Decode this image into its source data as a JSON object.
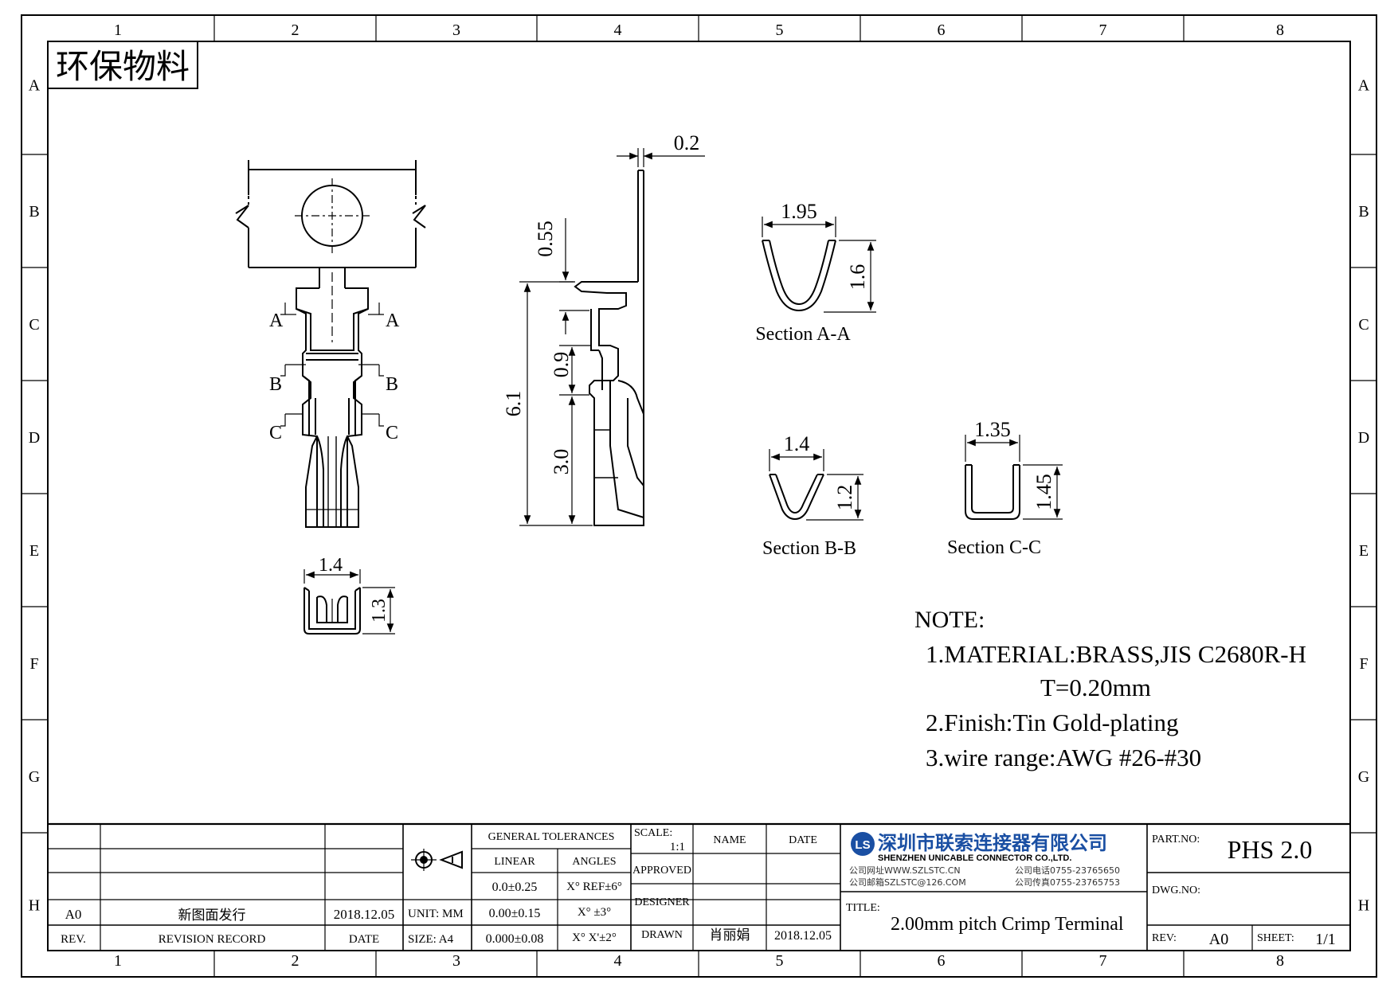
{
  "frame": {
    "col_labels": [
      "1",
      "2",
      "3",
      "4",
      "5",
      "6",
      "7",
      "8"
    ],
    "row_labels": [
      "A",
      "B",
      "C",
      "D",
      "E",
      "F",
      "G",
      "H"
    ]
  },
  "eco_label": "环保物料",
  "dims": {
    "thickness": "0.2",
    "d055": "0.55",
    "d09": "0.9",
    "d61": "6.1",
    "d30": "3.0",
    "bottom_w": "1.4",
    "bottom_h": "1.3",
    "aa_w": "1.95",
    "aa_h": "1.6",
    "bb_w": "1.4",
    "bb_h": "1.2",
    "cc_w": "1.35",
    "cc_h": "1.45"
  },
  "section_marks": {
    "a": "A",
    "b": "B",
    "c": "C"
  },
  "sections": {
    "aa": "Section A-A",
    "bb": "Section B-B",
    "cc": "Section C-C"
  },
  "notes": {
    "heading": "NOTE:",
    "line1": "1.MATERIAL:BRASS,JIS C2680R-H",
    "line1b": "T=0.20mm",
    "line2": "2.Finish:Tin Gold-plating",
    "line3": "3.wire range:AWG #26-#30"
  },
  "title_block": {
    "revision": {
      "rev": "A0",
      "record": "新图面发行",
      "date": "2018.12.05",
      "hdr_rev": "REV.",
      "hdr_record": "REVISION RECORD",
      "hdr_date": "DATE"
    },
    "unit": "UNIT: MM",
    "size": "SIZE: A4",
    "tolerances": {
      "header": "GENERAL TOLERANCES",
      "linear": "LINEAR",
      "angles": "ANGLES",
      "lin1": "0.0±0.25",
      "lin2": "0.00±0.15",
      "lin3": "0.000±0.08",
      "ang1": "X° REF±6°",
      "ang2": "X° ±3°",
      "ang3": "X° X'±2°"
    },
    "scale_label": "SCALE:",
    "scale": "1:1",
    "name_hdr": "NAME",
    "date_hdr": "DATE",
    "approved": "APPROVED",
    "designer": "DESIGNER",
    "drawn": "DRAWN",
    "drawn_name": "肖丽娟",
    "drawn_date": "2018.12.05",
    "company_cn": "深圳市联索连接器有限公司",
    "company_en": "SHENZHEN UNICABLE CONNECTOR CO.,LTD.",
    "web": "公司网址WWW.SZLSTC.CN",
    "phone": "公司电话0755-23765650",
    "email": "公司邮箱SZLSTC@126.COM",
    "fax": "公司传真0755-23765753",
    "title_label": "TITLE:",
    "title": "2.00mm pitch Crimp Terminal",
    "part_no_label": "PART.NO:",
    "part_no": "PHS 2.0",
    "dwg_no_label": "DWG.NO:",
    "rev_label": "REV:",
    "rev": "A0",
    "sheet_label": "SHEET:",
    "sheet": "1/1"
  }
}
